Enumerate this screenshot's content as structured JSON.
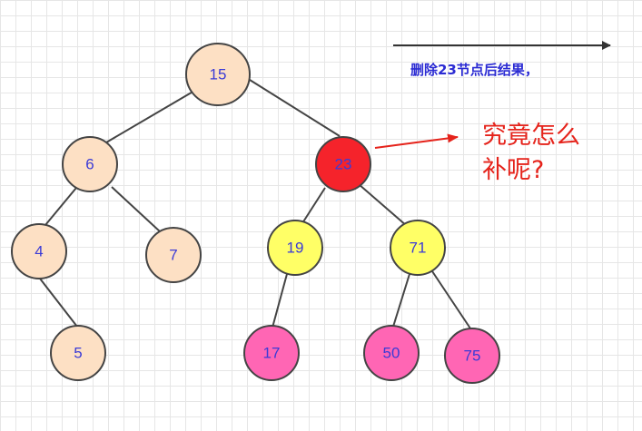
{
  "caption": "删除23节点后结果，",
  "question": {
    "line1": "究竟怎么",
    "line2": "补呢?"
  },
  "colors": {
    "node_beige": "#fde0c4",
    "node_red": "#f5232b",
    "node_yellow": "#ffff66",
    "node_pink": "#ff66b4",
    "stroke": "#444444",
    "label_text": "#3b3bd6",
    "caption_text": "#2b2bd3",
    "question_text": "#e5231b",
    "red_arrow": "#e5231b",
    "black_arrow": "#333333"
  },
  "nodes": {
    "n15": {
      "label": "15",
      "fill": "node_beige"
    },
    "n6": {
      "label": "6",
      "fill": "node_beige"
    },
    "n23": {
      "label": "23",
      "fill": "node_red"
    },
    "n4": {
      "label": "4",
      "fill": "node_beige"
    },
    "n7": {
      "label": "7",
      "fill": "node_beige"
    },
    "n19": {
      "label": "19",
      "fill": "node_yellow"
    },
    "n71": {
      "label": "71",
      "fill": "node_yellow"
    },
    "n5": {
      "label": "5",
      "fill": "node_beige"
    },
    "n17": {
      "label": "17",
      "fill": "node_pink"
    },
    "n50": {
      "label": "50",
      "fill": "node_pink"
    },
    "n75": {
      "label": "75",
      "fill": "node_pink"
    }
  },
  "edges": [
    [
      "n15",
      "n6"
    ],
    [
      "n15",
      "n23"
    ],
    [
      "n6",
      "n4"
    ],
    [
      "n6",
      "n7"
    ],
    [
      "n4",
      "n5"
    ],
    [
      "n23",
      "n19"
    ],
    [
      "n23",
      "n71"
    ],
    [
      "n19",
      "n17"
    ],
    [
      "n71",
      "n50"
    ],
    [
      "n71",
      "n75"
    ]
  ]
}
